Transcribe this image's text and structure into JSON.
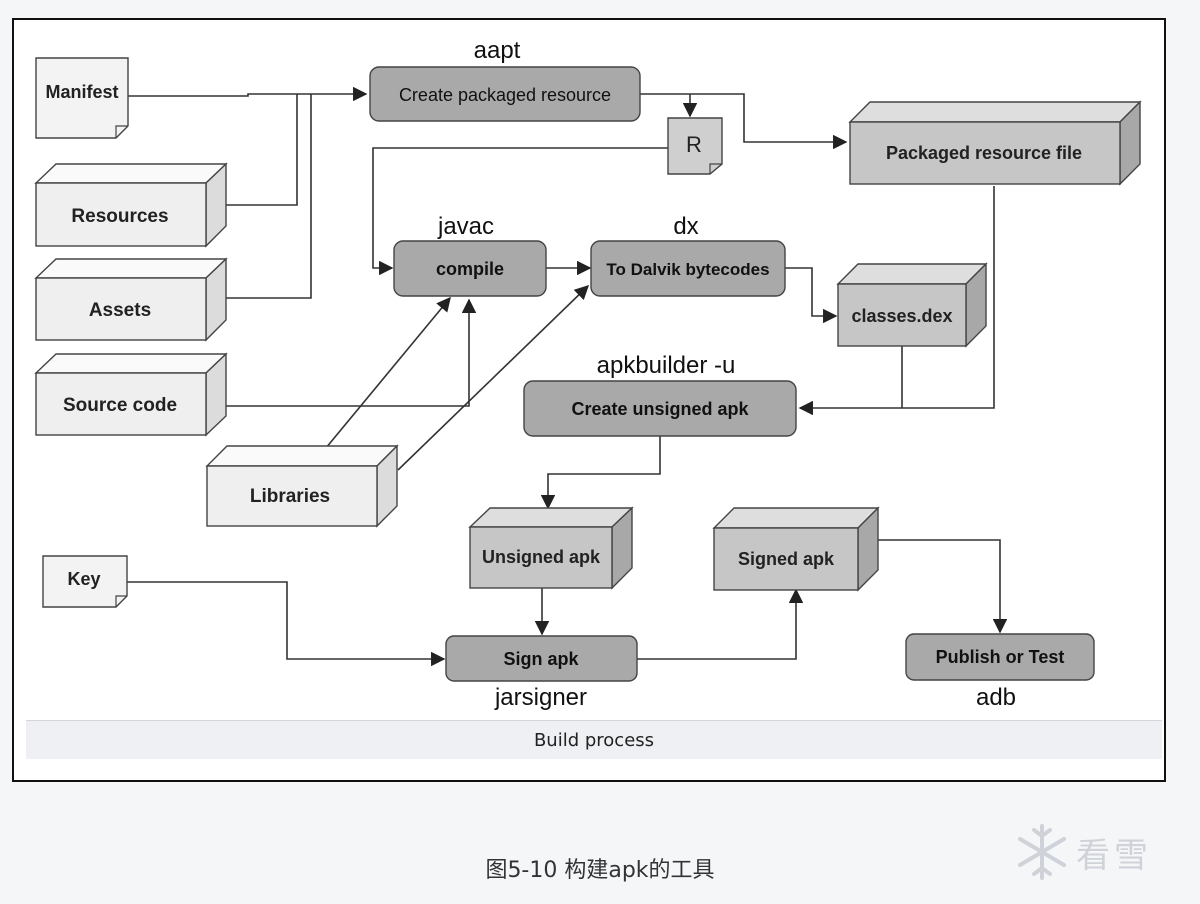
{
  "diagram": {
    "files": {
      "manifest": "Manifest",
      "key": "Key",
      "r": "R"
    },
    "resources": {
      "resources": "Resources",
      "assets": "Assets",
      "source_code": "Source code",
      "libraries": "Libraries"
    },
    "processes": {
      "create_packaged_resource": "Create packaged resource",
      "compile": "compile",
      "to_dalvik": "To Dalvik bytecodes",
      "create_unsigned_apk": "Create unsigned apk",
      "sign_apk": "Sign apk",
      "publish_or_test": "Publish or Test"
    },
    "artifacts": {
      "packaged_resource_file": "Packaged resource file",
      "classes_dex": "classes.dex",
      "unsigned_apk": "Unsigned apk",
      "signed_apk": "Signed apk"
    },
    "tools": {
      "aapt": "aapt",
      "javac": "javac",
      "dx": "dx",
      "apkbuilder": "apkbuilder -u",
      "jarsigner": "jarsigner",
      "adb": "adb"
    }
  },
  "inner_caption": "Build process",
  "figure_caption": "图5-10 构建apk的工具",
  "watermark": {
    "text": "看雪",
    "icon": "snowflake-icon"
  },
  "colors": {
    "light_box": "#efefef",
    "mid_box": "#c6c6c6",
    "dark_box": "#a9a9a9",
    "line": "#333333"
  }
}
